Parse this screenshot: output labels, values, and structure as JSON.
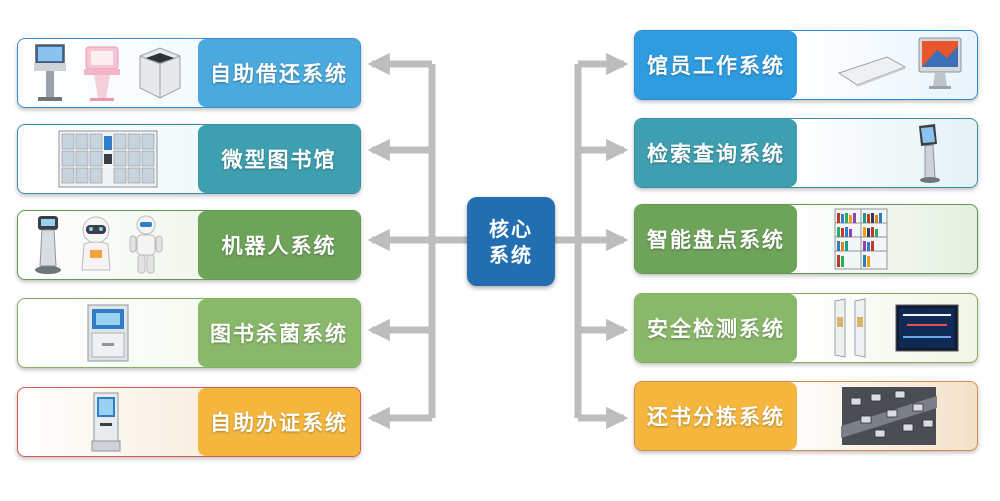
{
  "core": {
    "label_line1": "核心",
    "label_line2": "系统",
    "color": "#226eb0"
  },
  "left_systems": [
    {
      "label": "自助借还系统",
      "label_color": "#4aa9dd",
      "bg_color": "#eaf6ff",
      "border_color": "#3b8ed0",
      "icons": [
        "self-service-kiosk-icon",
        "pink-kiosk-icon",
        "book-return-box-icon"
      ]
    },
    {
      "label": "微型图书馆",
      "label_color": "#3e9fb0",
      "bg_color": "#e6f3f6",
      "border_color": "#3a8fa5",
      "icons": [
        "micro-library-cabinet-icon"
      ]
    },
    {
      "label": "机器人系统",
      "label_color": "#6ea35a",
      "bg_color": "#e4efdf",
      "border_color": "#5f9a4e",
      "icons": [
        "guide-robot-icon",
        "service-robot-icon",
        "humanoid-robot-icon"
      ]
    },
    {
      "label": "图书杀菌系统",
      "label_color": "#89b86a",
      "bg_color": "#f0f6e7",
      "border_color": "#7fb05f",
      "icons": [
        "book-sterilizer-icon"
      ]
    },
    {
      "label": "自助办证系统",
      "label_color": "#f4b63c",
      "bg_color": "#f2e1c8",
      "border_color": "#d25a4f",
      "icons": [
        "card-issuing-kiosk-icon"
      ]
    }
  ],
  "right_systems": [
    {
      "label": "馆员工作系统",
      "label_color": "#2f9ce0",
      "bg_color": "#e8f4fd",
      "border_color": "#2e8ad2",
      "icons": [
        "workstation-pad-icon",
        "imac-computer-icon"
      ]
    },
    {
      "label": "检索查询系统",
      "label_color": "#3e9fb0",
      "bg_color": "#e4f1f5",
      "border_color": "#3a8fa5",
      "icons": [
        "query-kiosk-icon"
      ]
    },
    {
      "label": "智能盘点系统",
      "label_color": "#6ea35a",
      "bg_color": "#e4efdf",
      "border_color": "#5f9a4e",
      "icons": [
        "bookshelf-icon"
      ]
    },
    {
      "label": "安全检测系统",
      "label_color": "#89b86a",
      "bg_color": "#f0f6e7",
      "border_color": "#7fb05f",
      "icons": [
        "security-gate-icon",
        "monitor-screen-icon"
      ]
    },
    {
      "label": "还书分拣系统",
      "label_color": "#f4b63c",
      "bg_color": "#f2e1c8",
      "border_color": "#d28a4f",
      "icons": [
        "sorting-conveyor-icon"
      ]
    }
  ]
}
